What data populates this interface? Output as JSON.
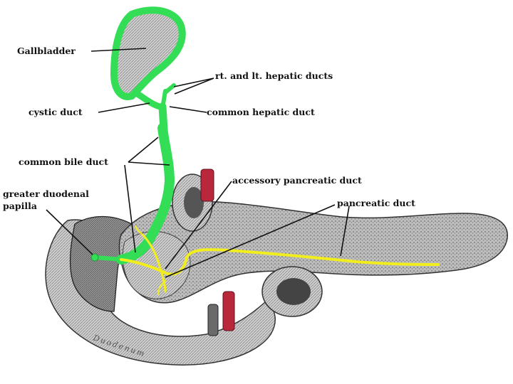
{
  "labels": {
    "gallbladder": "Gallbladder",
    "hepatic_ducts": "rt. and lt. hepatic ducts",
    "cystic_duct": "cystic duct",
    "common_hepatic_duct": "common hepatic duct",
    "common_bile_duct": "common bile duct",
    "accessory_pancreatic_duct": "accessory pancreatic duct",
    "pancreatic_duct": "pancreatic duct",
    "greater_duodenal_papilla_line1": "greater duodenal",
    "greater_duodenal_papilla_line2": "papilla",
    "duodenum": "Duodenum"
  },
  "colors": {
    "biliary": "#33dd55",
    "pancreatic": "#f2ee1e",
    "vessel_red": "#b8283a",
    "tissue_gray": "#8a8a8a",
    "tissue_light": "#d9d9d9"
  }
}
